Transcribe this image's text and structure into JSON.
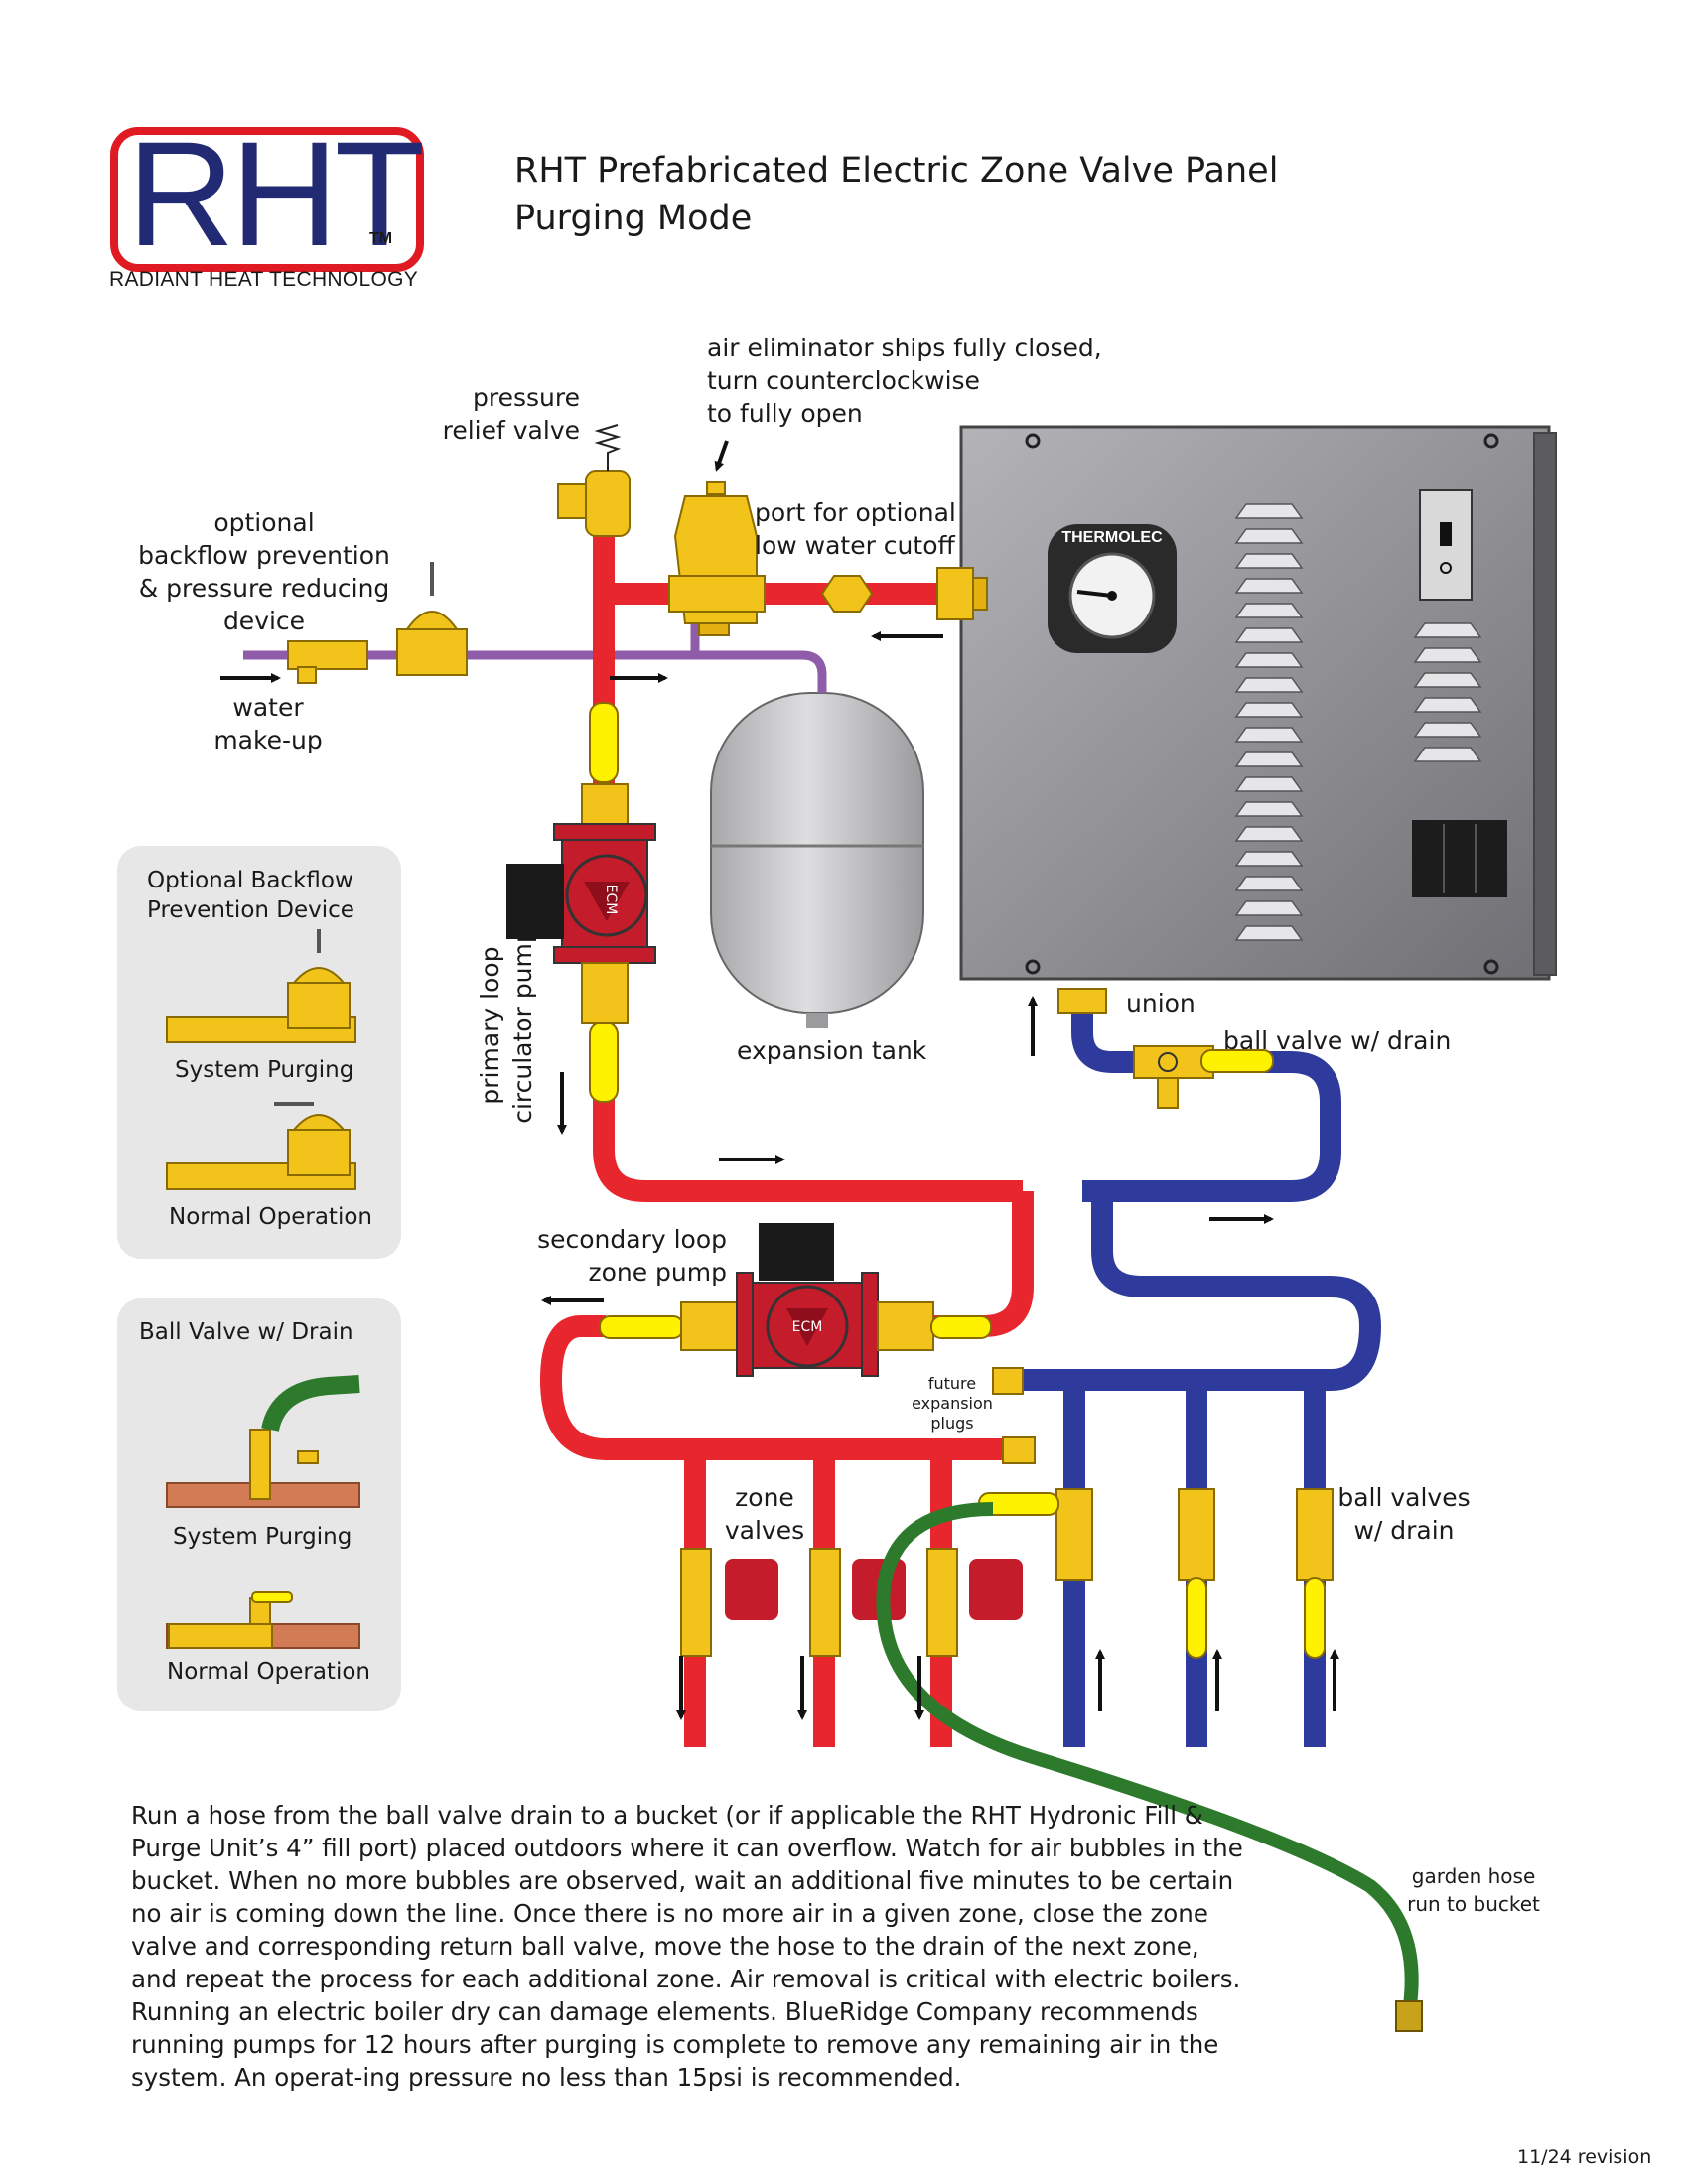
{
  "logo": {
    "text": "RHT",
    "tm": "TM",
    "subtitle": "RADIANT HEAT TECHNOLOGY"
  },
  "title": {
    "line1": "RHT Prefabricated Electric Zone Valve Panel",
    "line2": "Purging Mode"
  },
  "boiler": {
    "brand": "THERMOLEC"
  },
  "labels": {
    "air_eliminator": [
      "air eliminator ships fully closed,",
      "turn counterclockwise",
      "to fully open"
    ],
    "pressure_relief": [
      "pressure",
      "relief valve"
    ],
    "low_water": [
      "port for optional",
      "low water cutoff"
    ],
    "backflow": [
      "optional",
      "backflow prevention",
      "& pressure reducing",
      "device"
    ],
    "water_makeup": [
      "water",
      "make-up"
    ],
    "primary_pump": [
      "primary loop",
      "circulator pump"
    ],
    "expansion_tank": "expansion tank",
    "union": "union",
    "ball_valve_drain": "ball valve w/ drain",
    "secondary_pump": [
      "secondary loop",
      "zone pump"
    ],
    "future_plugs": [
      "future",
      "expansion",
      "plugs"
    ],
    "zone_valves": [
      "zone",
      "valves"
    ],
    "ball_valves_drain": [
      "ball valves",
      "w/ drain"
    ],
    "garden_hose": [
      "garden hose",
      "run to bucket"
    ],
    "pump_badge": "ECM"
  },
  "inset_backflow": {
    "title": [
      "Optional Backflow",
      "Prevention Device"
    ],
    "state1": "System Purging",
    "state2": "Normal Operation"
  },
  "inset_ballvalve": {
    "title": "Ball Valve w/ Drain",
    "state1": "System Purging",
    "state2": "Normal Operation"
  },
  "instructions": "Run a hose from the ball valve drain to a bucket (or if applicable the RHT Hydronic Fill & Purge Unit’s 4” fill port) placed outdoors where it can overflow. Watch for air bubbles in the bucket. When no more bubbles are observed, wait an additional five minutes to be certain no air is coming down the line. Once there is no more air in a given zone, close the zone valve and corresponding return ball valve, move the hose to the drain of the next zone, and repeat the process for each additional zone. Air removal is critical with electric boilers. Running an electric boiler dry can damage elements. BlueRidge Company recommends running pumps for 12 hours after purging is complete to remove any remaining air in the system. An operat-ing pressure no less than 15psi is recommended.",
  "revision": "11/24 revision",
  "colors": {
    "supply": "#e8262d",
    "return": "#2e3a9c",
    "makeup": "#8e5ca8",
    "brass": "#f2c31a",
    "handle": "#fff200",
    "hose": "#2d7a2d",
    "pump": "#c41c2a",
    "cabinet": "#8e8e93"
  }
}
